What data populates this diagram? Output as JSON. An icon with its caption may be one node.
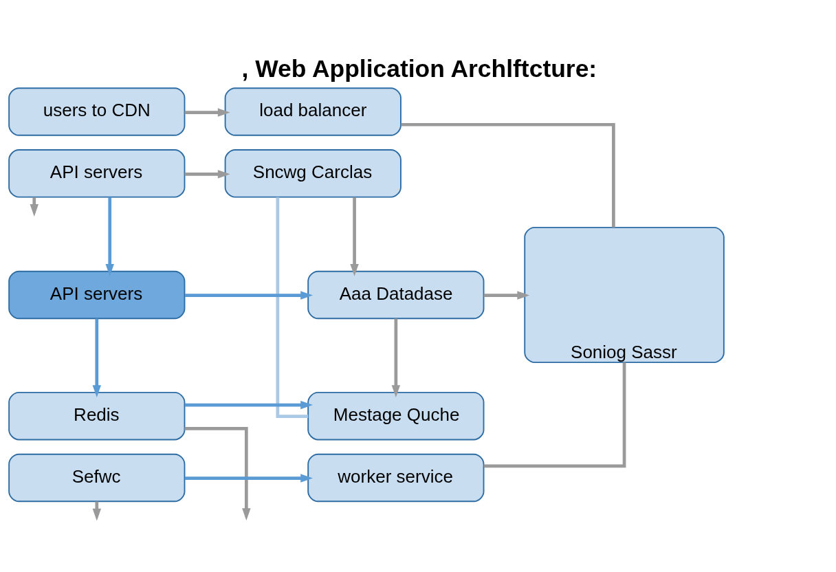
{
  "diagram": {
    "title": ", Web Application Archlftcture:",
    "nodes": [
      {
        "text": [
          "users to CDN"
        ]
      },
      {
        "text": [
          "load balancer"
        ]
      },
      {
        "text": [
          "API servers"
        ]
      },
      {
        "text": [
          "Sncwg Carclas"
        ]
      },
      {
        "text": [
          "API servers"
        ]
      },
      {
        "text": [
          "Aaa Datadase"
        ]
      },
      {
        "text": [
          "Redis"
        ]
      },
      {
        "text": [
          "Mestage Quche"
        ]
      },
      {
        "text": [
          "Sefwc"
        ]
      },
      {
        "text": [
          "worker service"
        ]
      },
      {
        "text": [
          "Soniog Sassr"
        ]
      }
    ],
    "edges": [
      {
        "from": 0,
        "to": 1,
        "arrow": "to"
      },
      {
        "from": 2,
        "to": null,
        "arrow": "to"
      },
      {
        "from": 2,
        "to": 3,
        "arrow": "to"
      },
      {
        "from": 2,
        "to": 4,
        "arrow": "to",
        "color": "#5b9bd5"
      },
      {
        "from": 3,
        "to": 5,
        "arrow": "to"
      },
      {
        "from": 4,
        "to": 5,
        "arrow": "to",
        "color": "#5b9bd5"
      },
      {
        "from": 4,
        "to": 6,
        "arrow": "to",
        "color": "#5b9bd5"
      },
      {
        "from": 5,
        "to": 7,
        "arrow": "to"
      },
      {
        "from": 6,
        "to": 7,
        "arrow": "to",
        "color": "#5b9bd5"
      },
      {
        "from": 6,
        "to": null,
        "arrow": "to"
      },
      {
        "from": 8,
        "to": null,
        "arrow": "to"
      },
      {
        "from": 8,
        "to": 9,
        "arrow": "to",
        "color": "#5b9bd5"
      },
      {
        "from": 1,
        "to": 10,
        "arrow": "none"
      },
      {
        "from": 3,
        "to": 7,
        "arrow": "none",
        "color": "#a9c9e6"
      },
      {
        "from": 5,
        "to": 10,
        "arrow": "to"
      },
      {
        "from": 9,
        "to": 10,
        "arrow": "none"
      }
    ]
  }
}
